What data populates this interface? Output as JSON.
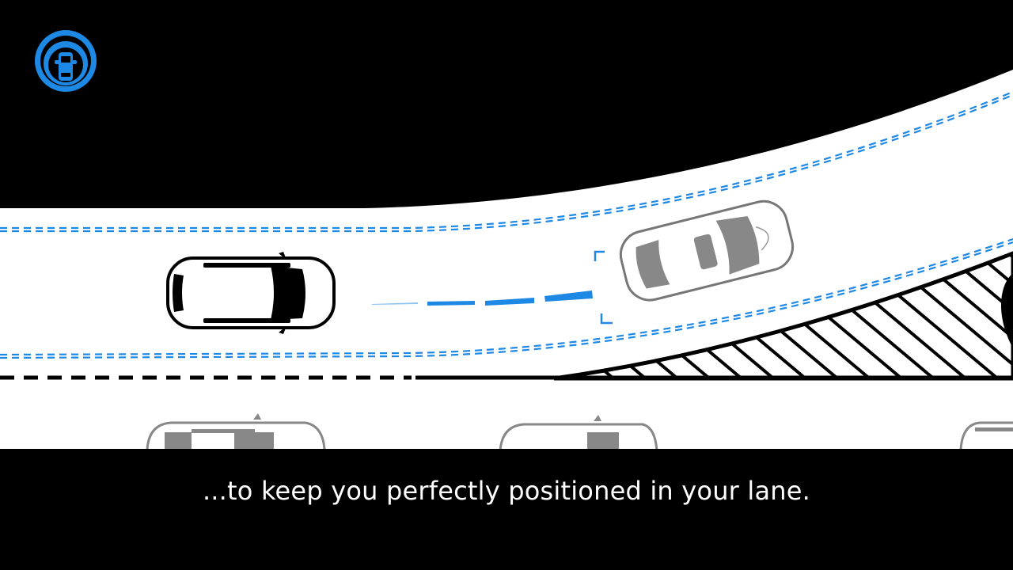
{
  "video": {
    "subtitle": "...to keep you perfectly positioned in your lane.",
    "feature_icon": "lane-keeping-assist-icon"
  },
  "colors": {
    "accent_blue": "#1e88e5",
    "background": "#000000",
    "road": "#ffffff",
    "car_grey": "#8a8a8a",
    "subtitle_text": "#ffffff"
  },
  "illustration": {
    "ego_car": "hatchback-top-view",
    "target_car": "sedan-top-view-with-detection-brackets",
    "adjacent_lane_cars": 3,
    "lane_lines": [
      "blue-double-dashed-upper",
      "blue-double-dashed-lower",
      "black-dashed-divider"
    ],
    "hatched_area": "road-shoulder"
  }
}
